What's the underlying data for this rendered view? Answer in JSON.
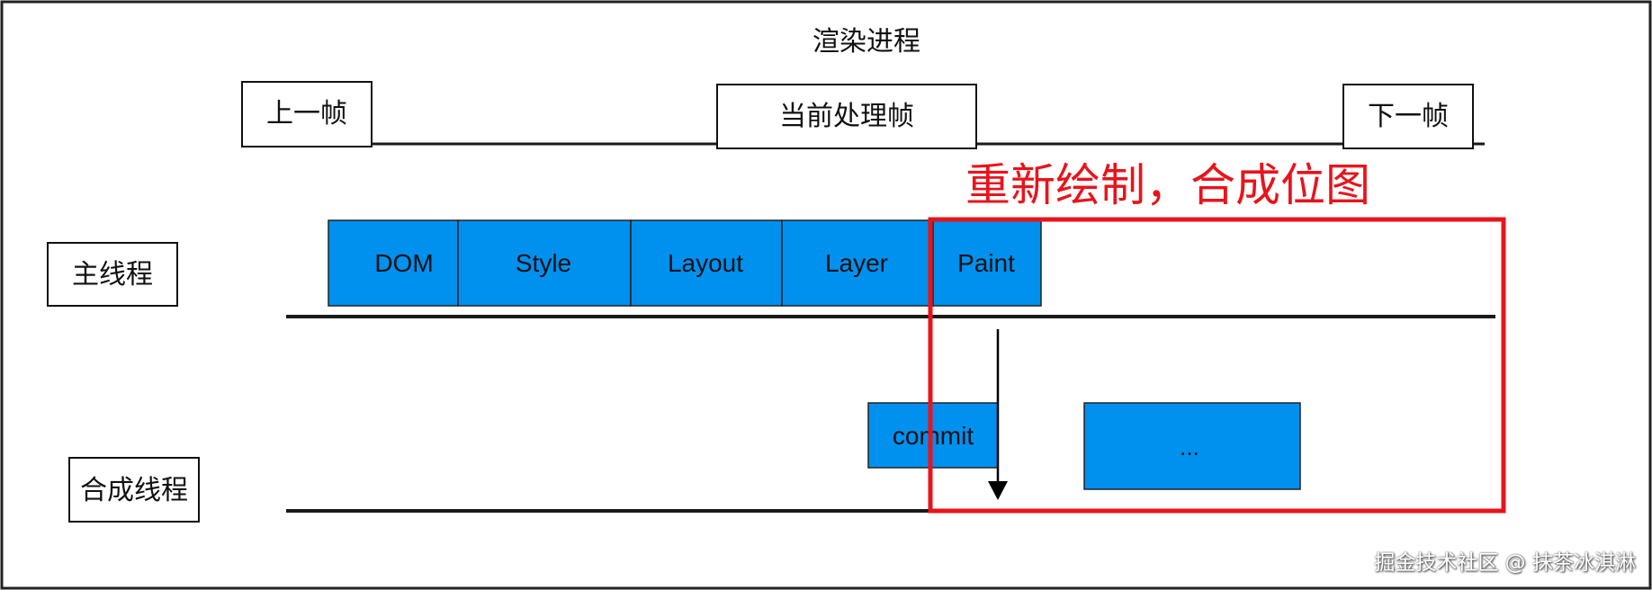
{
  "title": "渲染进程",
  "frames": {
    "prev": "上一帧",
    "current": "当前处理帧",
    "next": "下一帧"
  },
  "threads": {
    "main": "主线程",
    "compositor": "合成线程"
  },
  "main_thread_stages": [
    "DOM",
    "Style",
    "Layout",
    "Layer",
    "Paint"
  ],
  "compositor_stages": {
    "commit": "commit",
    "more": "..."
  },
  "annotation": "重新绘制，合成位图",
  "watermark": "掘金技术社区 @ 抹茶冰淇淋",
  "colors": {
    "stage_fill": "#0090ee",
    "highlight": "#e8141c",
    "line": "#1a1a1a"
  }
}
